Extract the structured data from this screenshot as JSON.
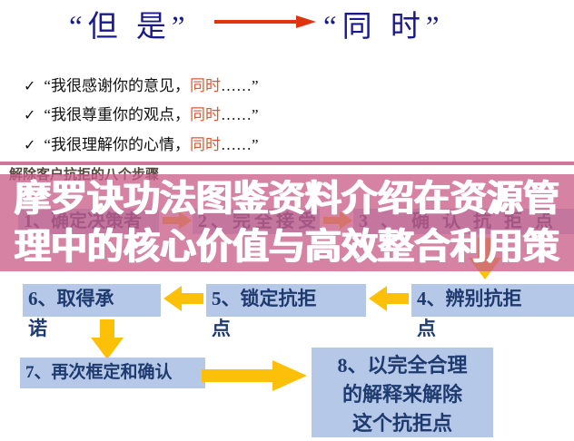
{
  "colors": {
    "title_navy": "#1A1A8C",
    "highlight_orange": "#D65A32",
    "heading_brown": "#54483C",
    "pink_overlay": "#D481A2",
    "watermark_white": "#FFFFFF",
    "box_bg_blue": "#B5C8E8",
    "box_text_navy": "#1E3A6E",
    "arrow_yellow": "#FDC008",
    "arrow_red": "#E0340E"
  },
  "title": {
    "left": "“但 是”",
    "right": "“同 时”"
  },
  "bullets": [
    {
      "check": "✓",
      "pre": "“我很感谢你的意见，",
      "highlight": "同时",
      "post": "……”"
    },
    {
      "check": "✓",
      "pre": "“我很尊重你的观点，",
      "highlight": "同时",
      "post": "……”"
    },
    {
      "check": "✓",
      "pre": "“我很理解你的心情，",
      "highlight": "同时",
      "post": "……”"
    }
  ],
  "section_heading": "解除客户抗拒的八个步骤",
  "watermark": {
    "line1": "摩罗诀功法图鉴资料介绍在资源管",
    "line2": "理中的核心价值与高效整合利用策"
  },
  "flowchart": {
    "row1": [
      {
        "label": "1、确定决策者"
      },
      {
        "label": "2、完全接受"
      },
      {
        "label": "3、确认抗拒点"
      }
    ],
    "row2": [
      {
        "label": "6、取得承\n诺"
      },
      {
        "label": "5、锁定抗拒\n点"
      },
      {
        "label": "4、辨别抗拒\n点"
      }
    ],
    "row3": [
      {
        "label": "7、再次框定和确认"
      },
      {
        "label": "8、以完全合理\n的解释来解除\n这个抗拒点"
      }
    ]
  }
}
